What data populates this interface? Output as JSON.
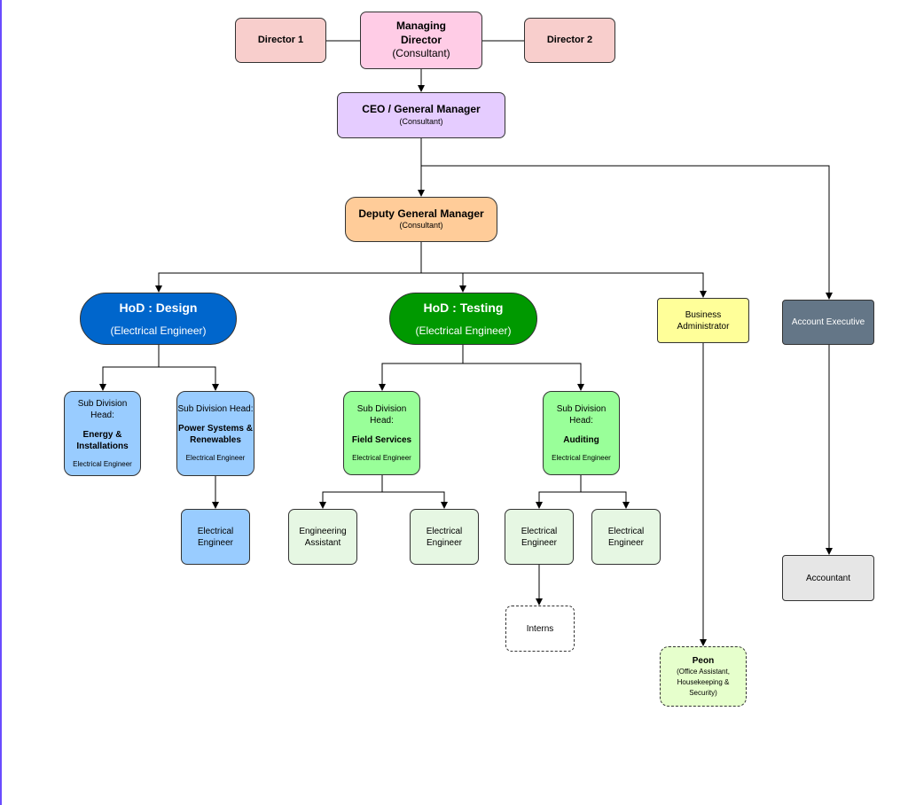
{
  "nodes": {
    "director1": "Director 1",
    "md_title": "Managing Director",
    "md_sub": "(Consultant)",
    "director2": "Director 2",
    "ceo_title": "CEO / General Manager",
    "ceo_sub": "(Consultant)",
    "dgm_title": "Deputy General Manager",
    "dgm_sub": "(Consultant)",
    "hod_design_title": "HoD : Design",
    "hod_design_sub": "(Electrical Engineer)",
    "hod_testing_title": "HoD : Testing",
    "hod_testing_sub": "(Electrical Engineer)",
    "business_admin": "Business Administrator",
    "account_exec": "Account Executive",
    "sub_head_label": "Sub Division Head:",
    "energy": "Energy & Installations",
    "power": "Power Systems & Renewables",
    "field": "Field Services",
    "auditing": "Auditing",
    "ee": "Electrical Engineer",
    "eng_assistant": "Engineering Assistant",
    "interns": "Interns",
    "peon_title": "Peon",
    "peon_sub": "(Office Assistant, Housekeeping & Security)",
    "accountant": "Accountant"
  },
  "colors": {
    "design": "#0066cc",
    "testing": "#009900",
    "account_exec": "#647687"
  }
}
